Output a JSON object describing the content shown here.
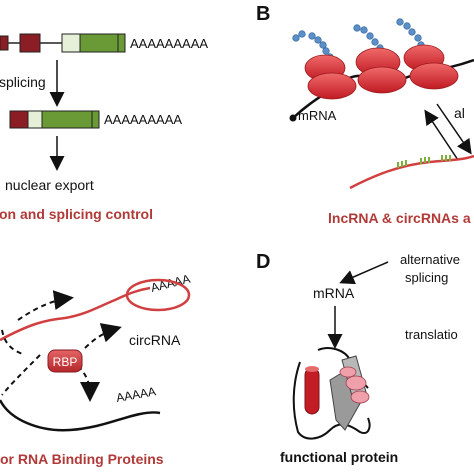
{
  "panels": {
    "a": {
      "poly_a_top": "AAAAAAAAA",
      "splicing_label": "splicing",
      "poly_a_mid": "AAAAAAAAA",
      "export_label": "nuclear export",
      "caption": "on and splicing control"
    },
    "b": {
      "letter": "B",
      "mrna_label": "mRNA",
      "side_label": "al",
      "caption": "lncRNA & circRNAs a"
    },
    "c": {
      "poly_a_top": "AAAAA",
      "circ_label": "circRNA",
      "rbp_label": "RBP",
      "poly_a_bottom": "AAAAA",
      "caption": "or RNA Binding Proteins"
    },
    "d": {
      "letter": "D",
      "alt_line1": "alternative",
      "alt_line2": "splicing",
      "mrna_label": "mRNA",
      "translation_label": "translatio",
      "caption": "functional protein"
    }
  },
  "colors": {
    "exon_dark": "#8b1e24",
    "exon_light": "#e6f0d8",
    "exon_green": "#6a9a36",
    "caption": "#b03a38",
    "ribosome": "#d9262c",
    "rna_red": "#d14040",
    "rbp": "#c9302c",
    "trna_blue": "#5b8fc8",
    "green_tick": "#7bb03a"
  }
}
